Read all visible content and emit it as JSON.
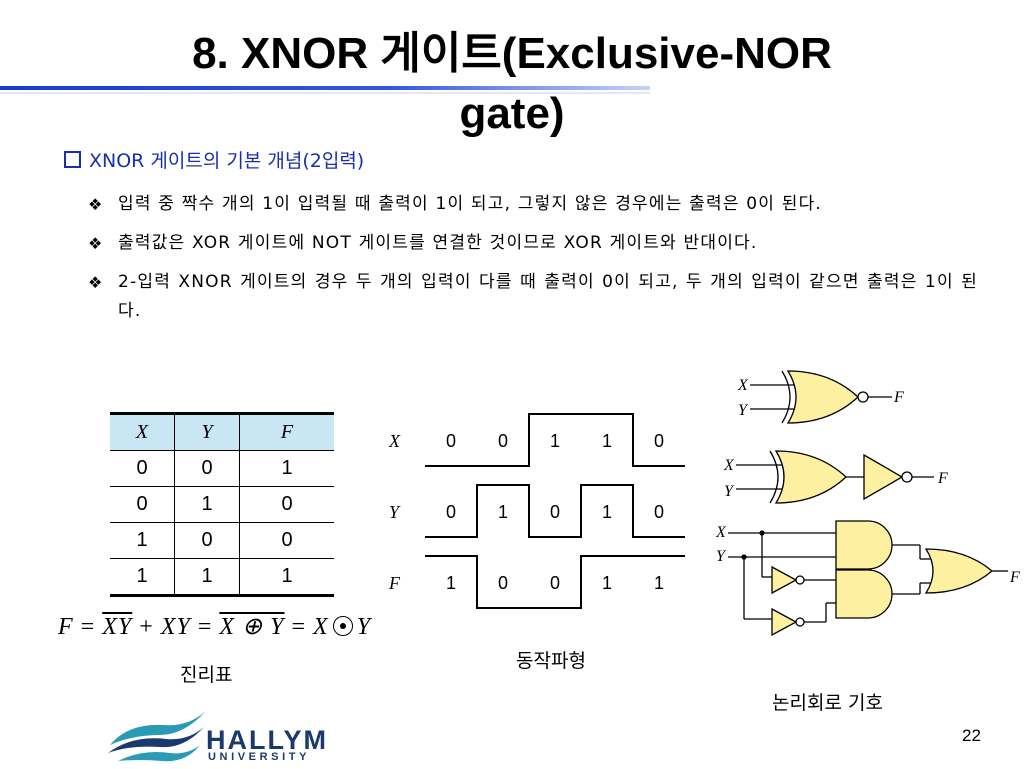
{
  "slide": {
    "title_line1": "8. XNOR 게이트(Exclusive-NOR",
    "title_line2": "gate)",
    "subtitle": "XNOR 게이트의 기본 개념(2입력)",
    "bullets": [
      "입력 중 짝수 개의 1이 입력될 때 출력이 1이 되고, 그렇지 않은 경우에는 출력은 0이 된다.",
      "출력값은 XOR 게이트에 NOT 게이트를 연결한 것이므로 XOR 게이트와 반대이다.",
      "2-입력 XNOR 게이트의 경우 두 개의 입력이 다를 때 출력이 0이 되고, 두 개의 입력이 같으면 출력은 1이 된다."
    ],
    "page_number": "22"
  },
  "truth_table": {
    "headers": [
      "X",
      "Y",
      "F"
    ],
    "rows": [
      [
        "0",
        "0",
        "1"
      ],
      [
        "0",
        "1",
        "0"
      ],
      [
        "1",
        "0",
        "0"
      ],
      [
        "1",
        "1",
        "1"
      ]
    ],
    "header_color": "#c9e6f5"
  },
  "formula": {
    "lhs": "F",
    "eq": "=",
    "t1": "X",
    "t2": "Y",
    "plus": "+",
    "t3": "XY",
    "eq2": "=",
    "xor_expr": "X ⊕ Y",
    "eq3": "=",
    "x": "X",
    "y": "Y"
  },
  "captions": {
    "truth_table": "진리표",
    "waveform": "동작파형",
    "logic_symbol": "논리회로 기호"
  },
  "waveform": {
    "signals": [
      {
        "name": "X",
        "values": [
          0,
          0,
          1,
          1,
          0
        ]
      },
      {
        "name": "Y",
        "values": [
          0,
          1,
          0,
          1,
          0
        ]
      },
      {
        "name": "F",
        "values": [
          1,
          0,
          0,
          1,
          1
        ]
      }
    ]
  },
  "gates": {
    "labels": {
      "x": "X",
      "y": "Y",
      "f": "F"
    },
    "gate_fill": "#fdf0a0"
  },
  "logo": {
    "name": "HALLYM",
    "sub": "UNIVERSITY",
    "colors": {
      "teal": "#2a9bb5",
      "navy": "#1a3a6e"
    }
  },
  "accent_colors": {
    "title_rule": "#1a3bcc",
    "subtitle": "#1a2fb0"
  }
}
